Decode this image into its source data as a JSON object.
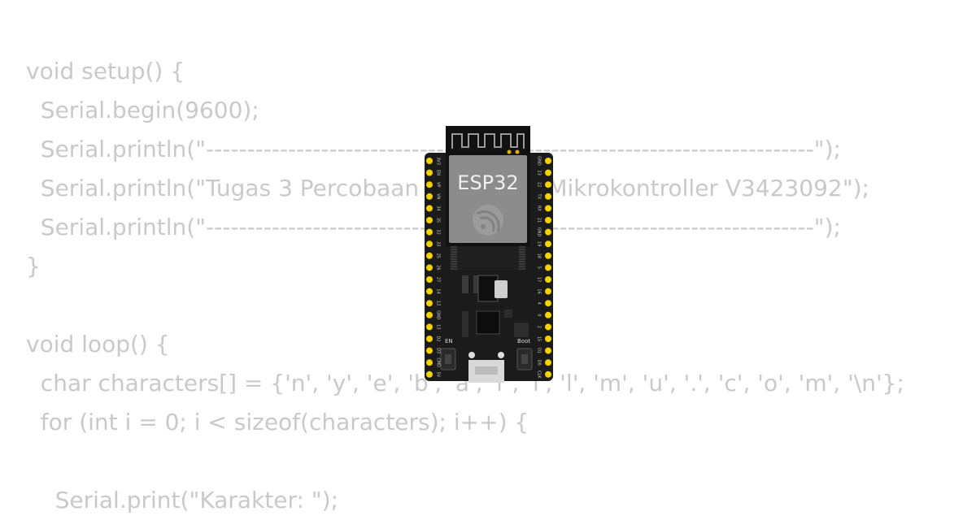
{
  "code_lines": [
    "void setup() {",
    "  Serial.begin(9600);",
    "  Serial.println(\"--------------------------------------------------------------------------\");",
    "  Serial.println(\"Tugas 3 Percobaan Praktikum Mikrokontroller V3423092\");",
    "  Serial.println(\"--------------------------------------------------------------------------\");",
    "}",
    "",
    "void loop() {",
    "  char characters[] = {'n', 'y', 'e', 'b', 'a', 'r', 'i', 'l', 'm', 'u', '.', 'c', 'o', 'm', '\\n'};",
    "  for (int i = 0; i < sizeof(characters); i++) {",
    "",
    "    Serial.print(\"Karakter: \");"
  ],
  "board": {
    "chip_label": "ESP32",
    "en_label": "EN",
    "boot_label": "Boot",
    "left_pins": [
      "3V3",
      "EN",
      "VP",
      "VN",
      "34",
      "35",
      "32",
      "33",
      "25",
      "26",
      "27",
      "14",
      "12",
      "GND",
      "13",
      "D2",
      "D3",
      "CMD",
      "5V"
    ],
    "right_pins": [
      "GND",
      "23",
      "22",
      "TX",
      "RX",
      "21",
      "GND",
      "19",
      "18",
      "5",
      "17",
      "16",
      "4",
      "0",
      "2",
      "15",
      "D1",
      "D0",
      "CLK"
    ],
    "colors": {
      "pcb": "#1b1b1b",
      "shield": "#8c8c8c",
      "pin": "#f2d200",
      "code_text": "#c9c9c9"
    }
  }
}
